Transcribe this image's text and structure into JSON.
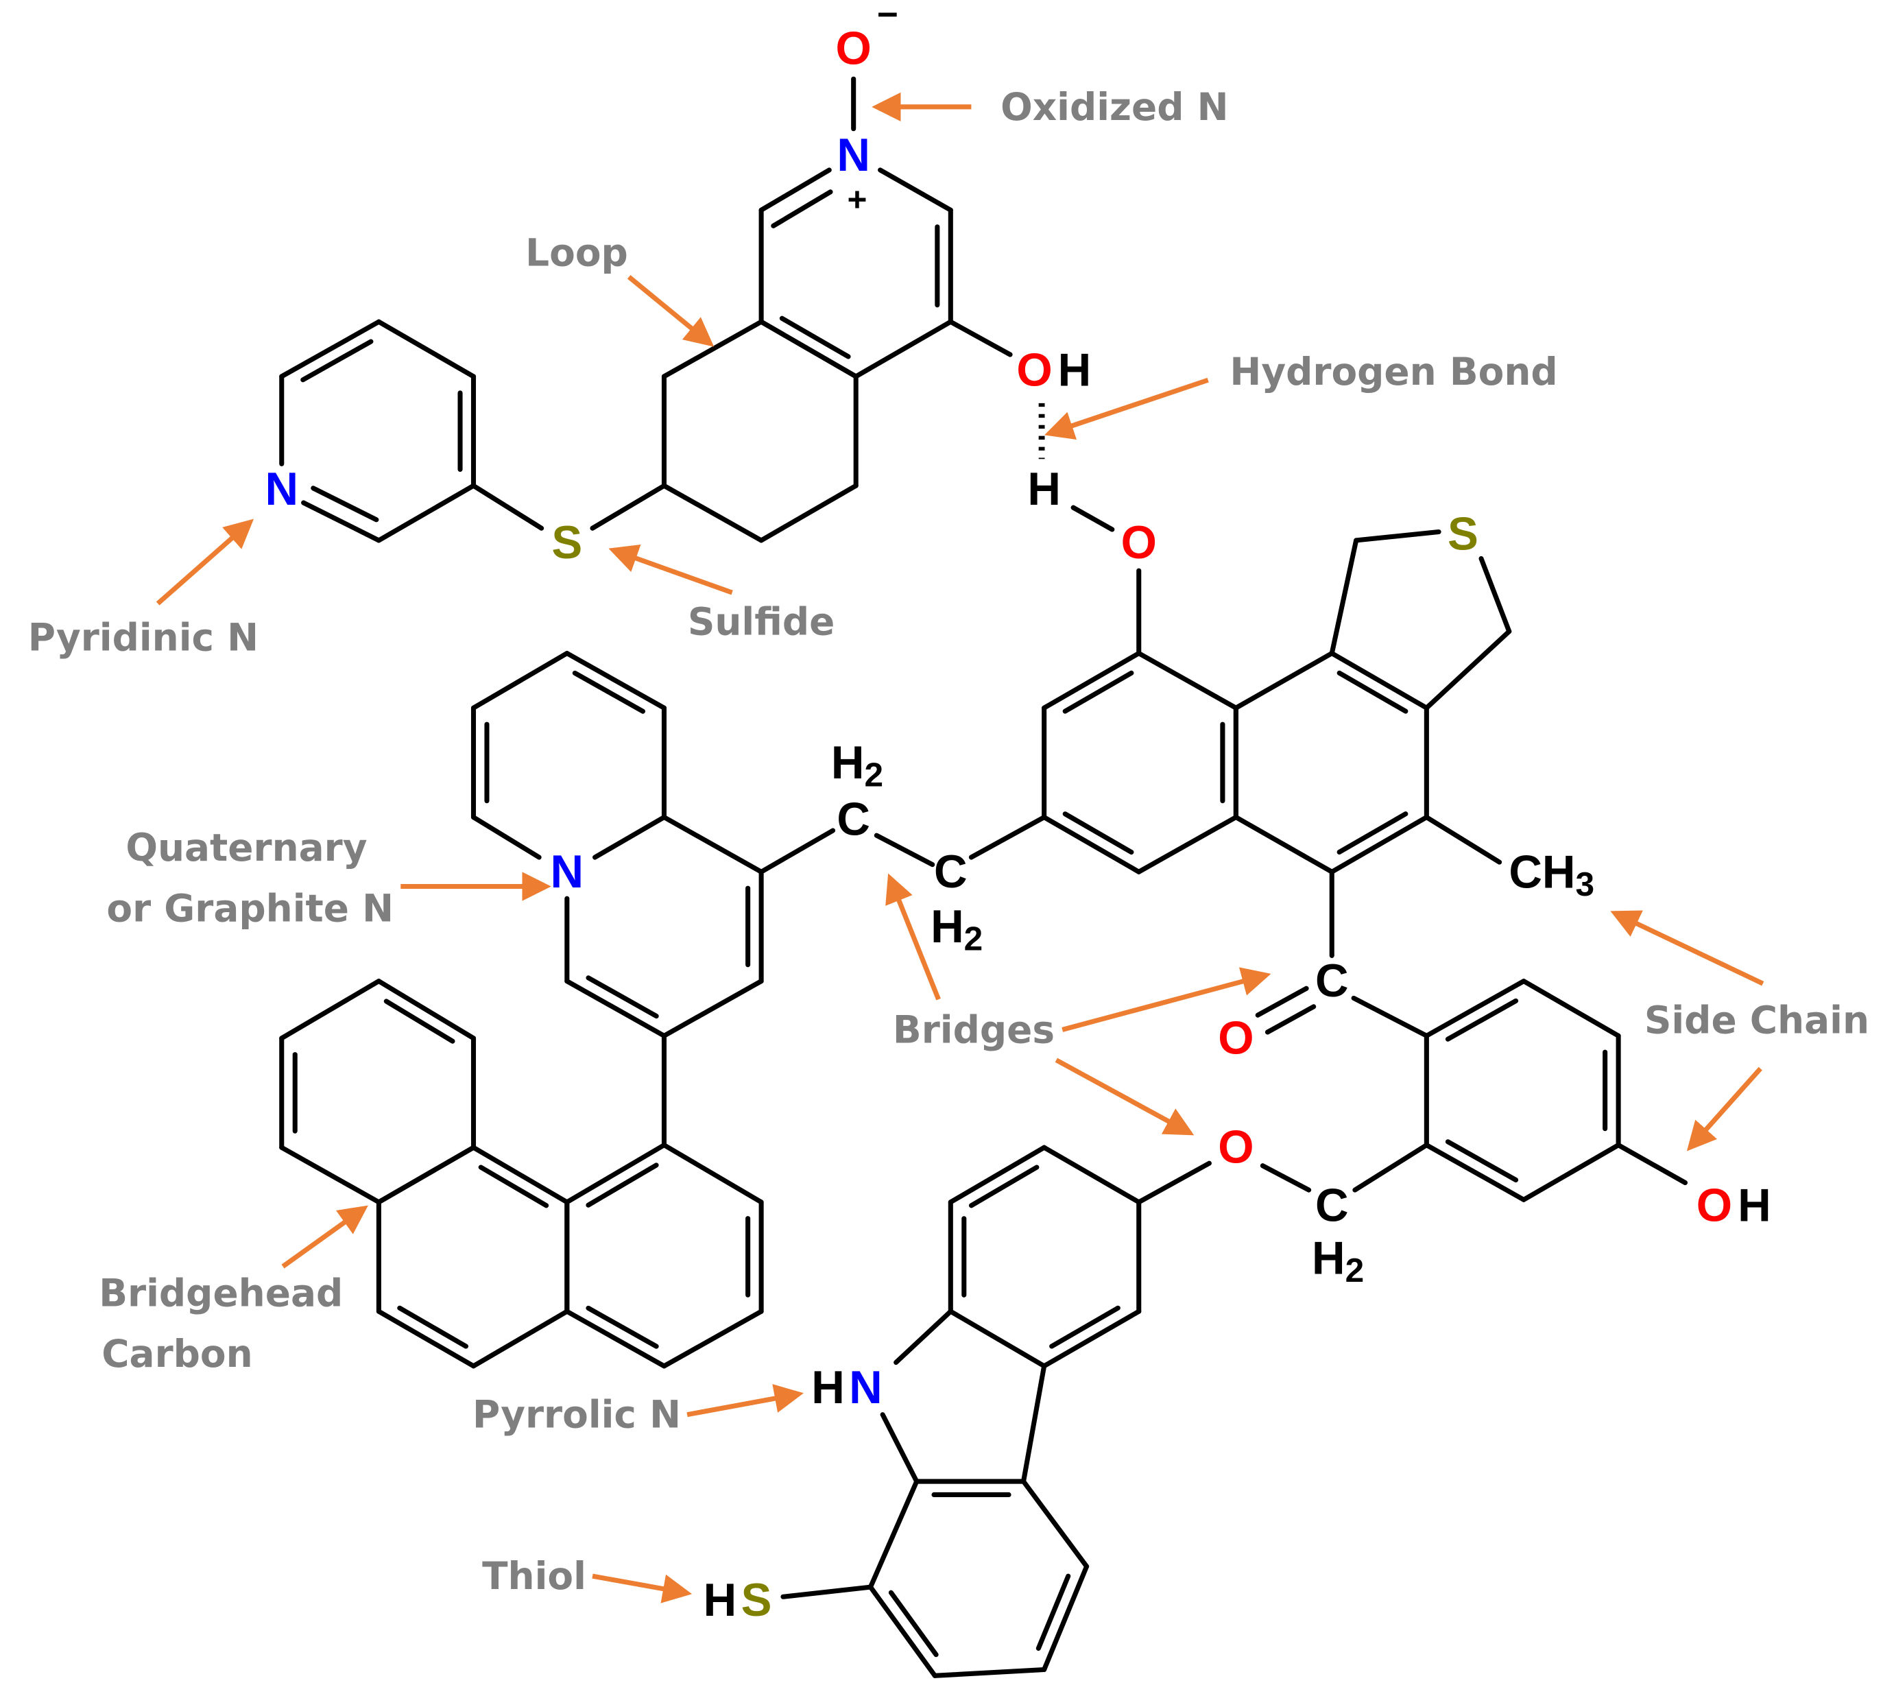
{
  "colors": {
    "nitrogen": "#0000ff",
    "oxygen": "#ff0000",
    "sulfur": "#808000",
    "carbon": "#000000",
    "label": "#7f7f7f",
    "arrow": "#ed7d31"
  },
  "atoms": {
    "o_minus": "O",
    "minus": "−",
    "n_plus": "N",
    "plus": "+",
    "oh_top_o": "O",
    "oh_top_h": "H",
    "h_bond_h": "H",
    "o_ether_top": "O",
    "s_thiophane": "S",
    "pyridine_n": "N",
    "sulfide_s": "S",
    "quat_n": "N",
    "bridge1_c": "C",
    "bridge1_h": "H",
    "bridge1_sub": "2",
    "bridge2_c": "C",
    "bridge2_h": "H",
    "bridge2_sub": "2",
    "ch3_c": "CH",
    "ch3_sub": "3",
    "carbonyl_c": "C",
    "carbonyl_o": "O",
    "oh_right_o": "O",
    "oh_right_h": "H",
    "ether_o": "O",
    "ch2_c": "C",
    "ch2_h": "H",
    "ch2_sub": "2",
    "hn_h": "H",
    "hn_n": "N",
    "hs_h": "H",
    "hs_s": "S"
  },
  "labels": {
    "oxidized_n": "Oxidized N",
    "loop": "Loop",
    "hydrogen_bond": "Hydrogen Bond",
    "pyridinic_n": "Pyridinic N",
    "sulfide": "Sulfide",
    "quaternary_1": "Quaternary",
    "quaternary_2": "or Graphite N",
    "bridges": "Bridges",
    "side_chain": "Side Chain",
    "bridgehead_1": "Bridgehead",
    "bridgehead_2": "Carbon",
    "pyrrolic_n": "Pyrrolic N",
    "thiol": "Thiol"
  }
}
